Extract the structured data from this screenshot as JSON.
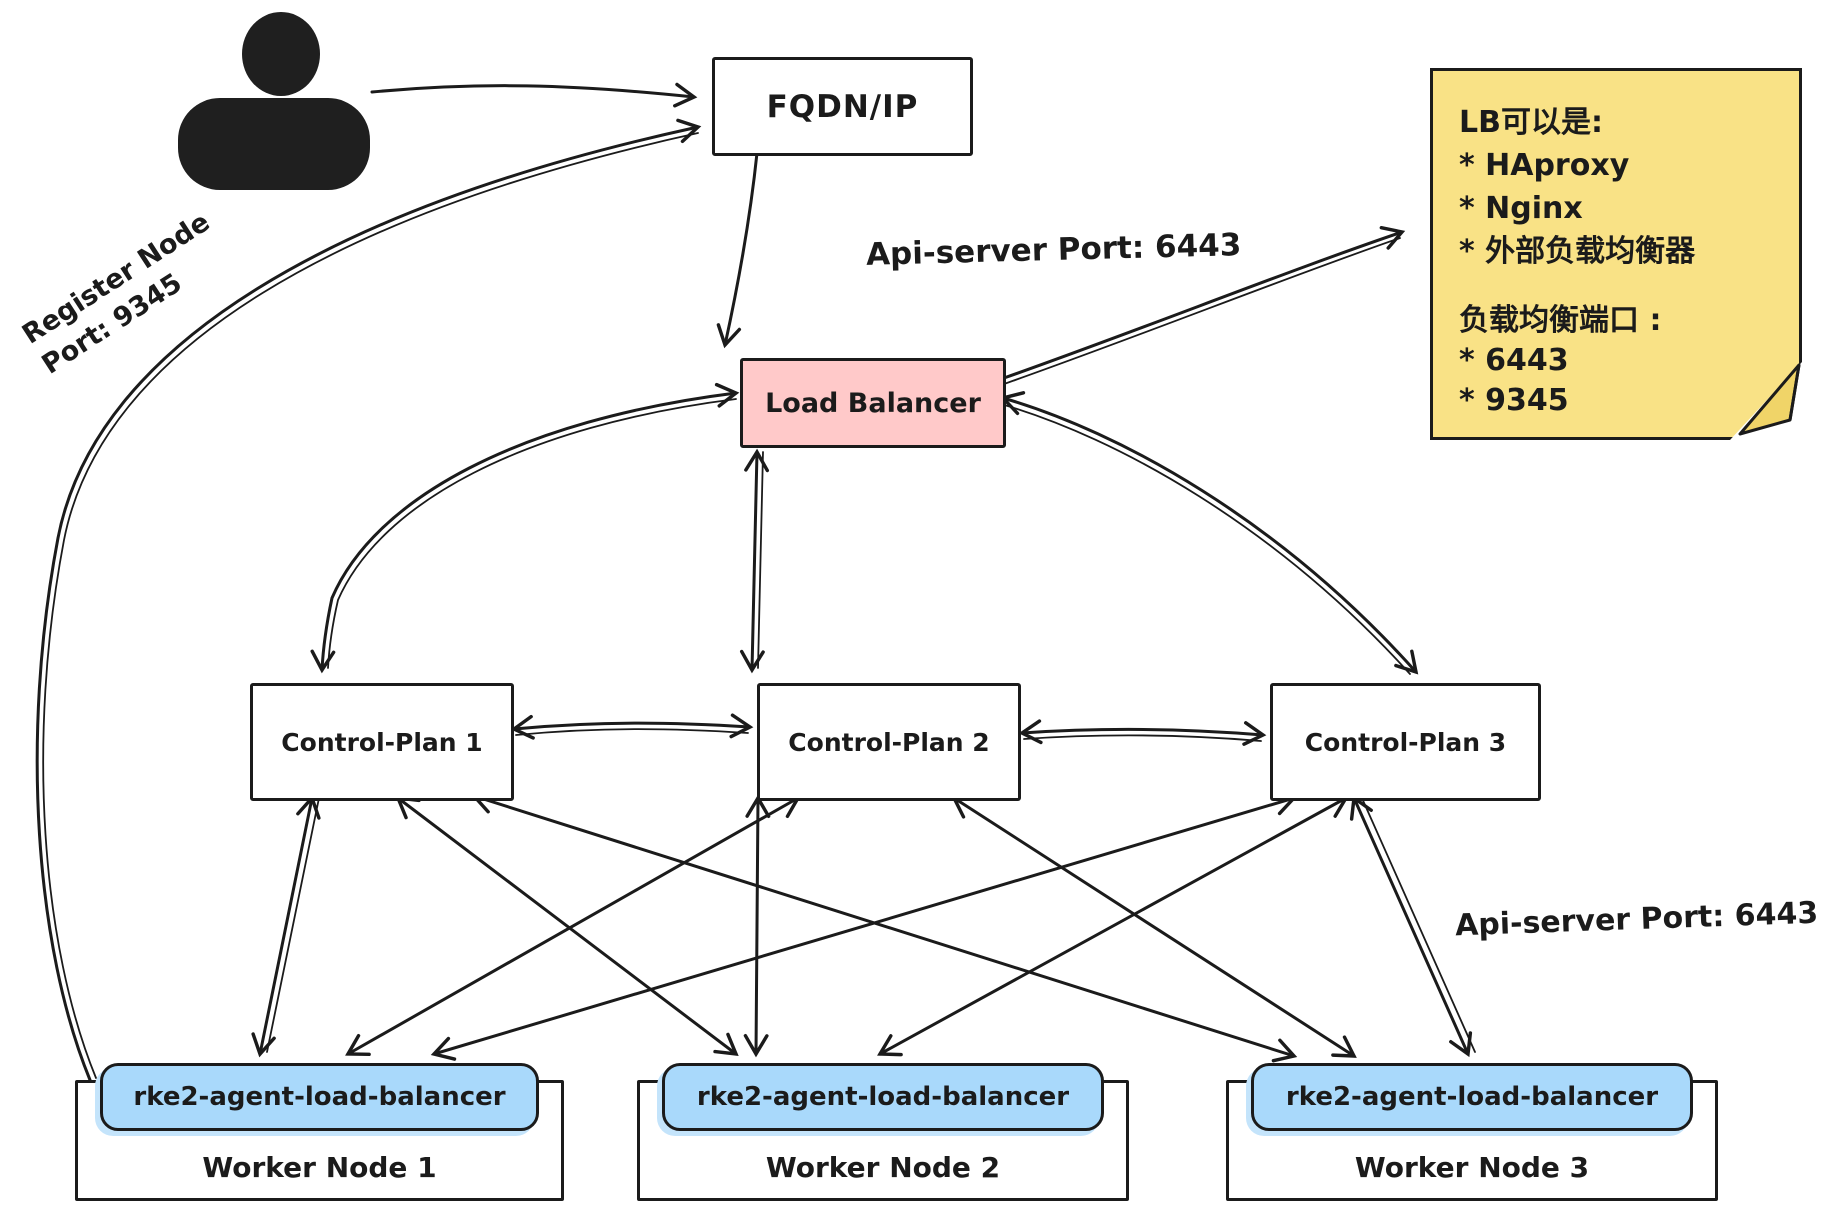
{
  "nodes": {
    "fqdn": {
      "label": "FQDN/IP"
    },
    "load_balancer": {
      "label": "Load Balancer"
    },
    "control_planes": [
      {
        "label": "Control-Plan 1"
      },
      {
        "label": "Control-Plan 2"
      },
      {
        "label": "Control-Plan 3"
      }
    ],
    "workers": [
      {
        "agent": "rke2-agent-load-balancer",
        "label": "Worker Node 1"
      },
      {
        "agent": "rke2-agent-load-balancer",
        "label": "Worker Node 2"
      },
      {
        "agent": "rke2-agent-load-balancer",
        "label": "Worker Node 3"
      }
    ]
  },
  "labels": {
    "api_server_top": "Api-server Port: 6443",
    "api_server_right": "Api-server Port: 6443",
    "register_line1": "Register Node",
    "register_line2": "Port: 9345"
  },
  "sticky_note": {
    "lines": [
      "LB可以是:",
      "* HAproxy",
      "* Nginx",
      "* 外部负载均衡器",
      "负载均衡端口 :",
      "* 6443",
      "* 9345"
    ]
  },
  "colors": {
    "stroke": "#1b1b1b",
    "load_balancer_fill": "#ffc9c9",
    "sticky_note_fill": "#f9e286",
    "agent_pill_fill": "#a9d9fb",
    "background": "#ffffff"
  },
  "icons": {
    "user": "user-silhouette-icon"
  }
}
